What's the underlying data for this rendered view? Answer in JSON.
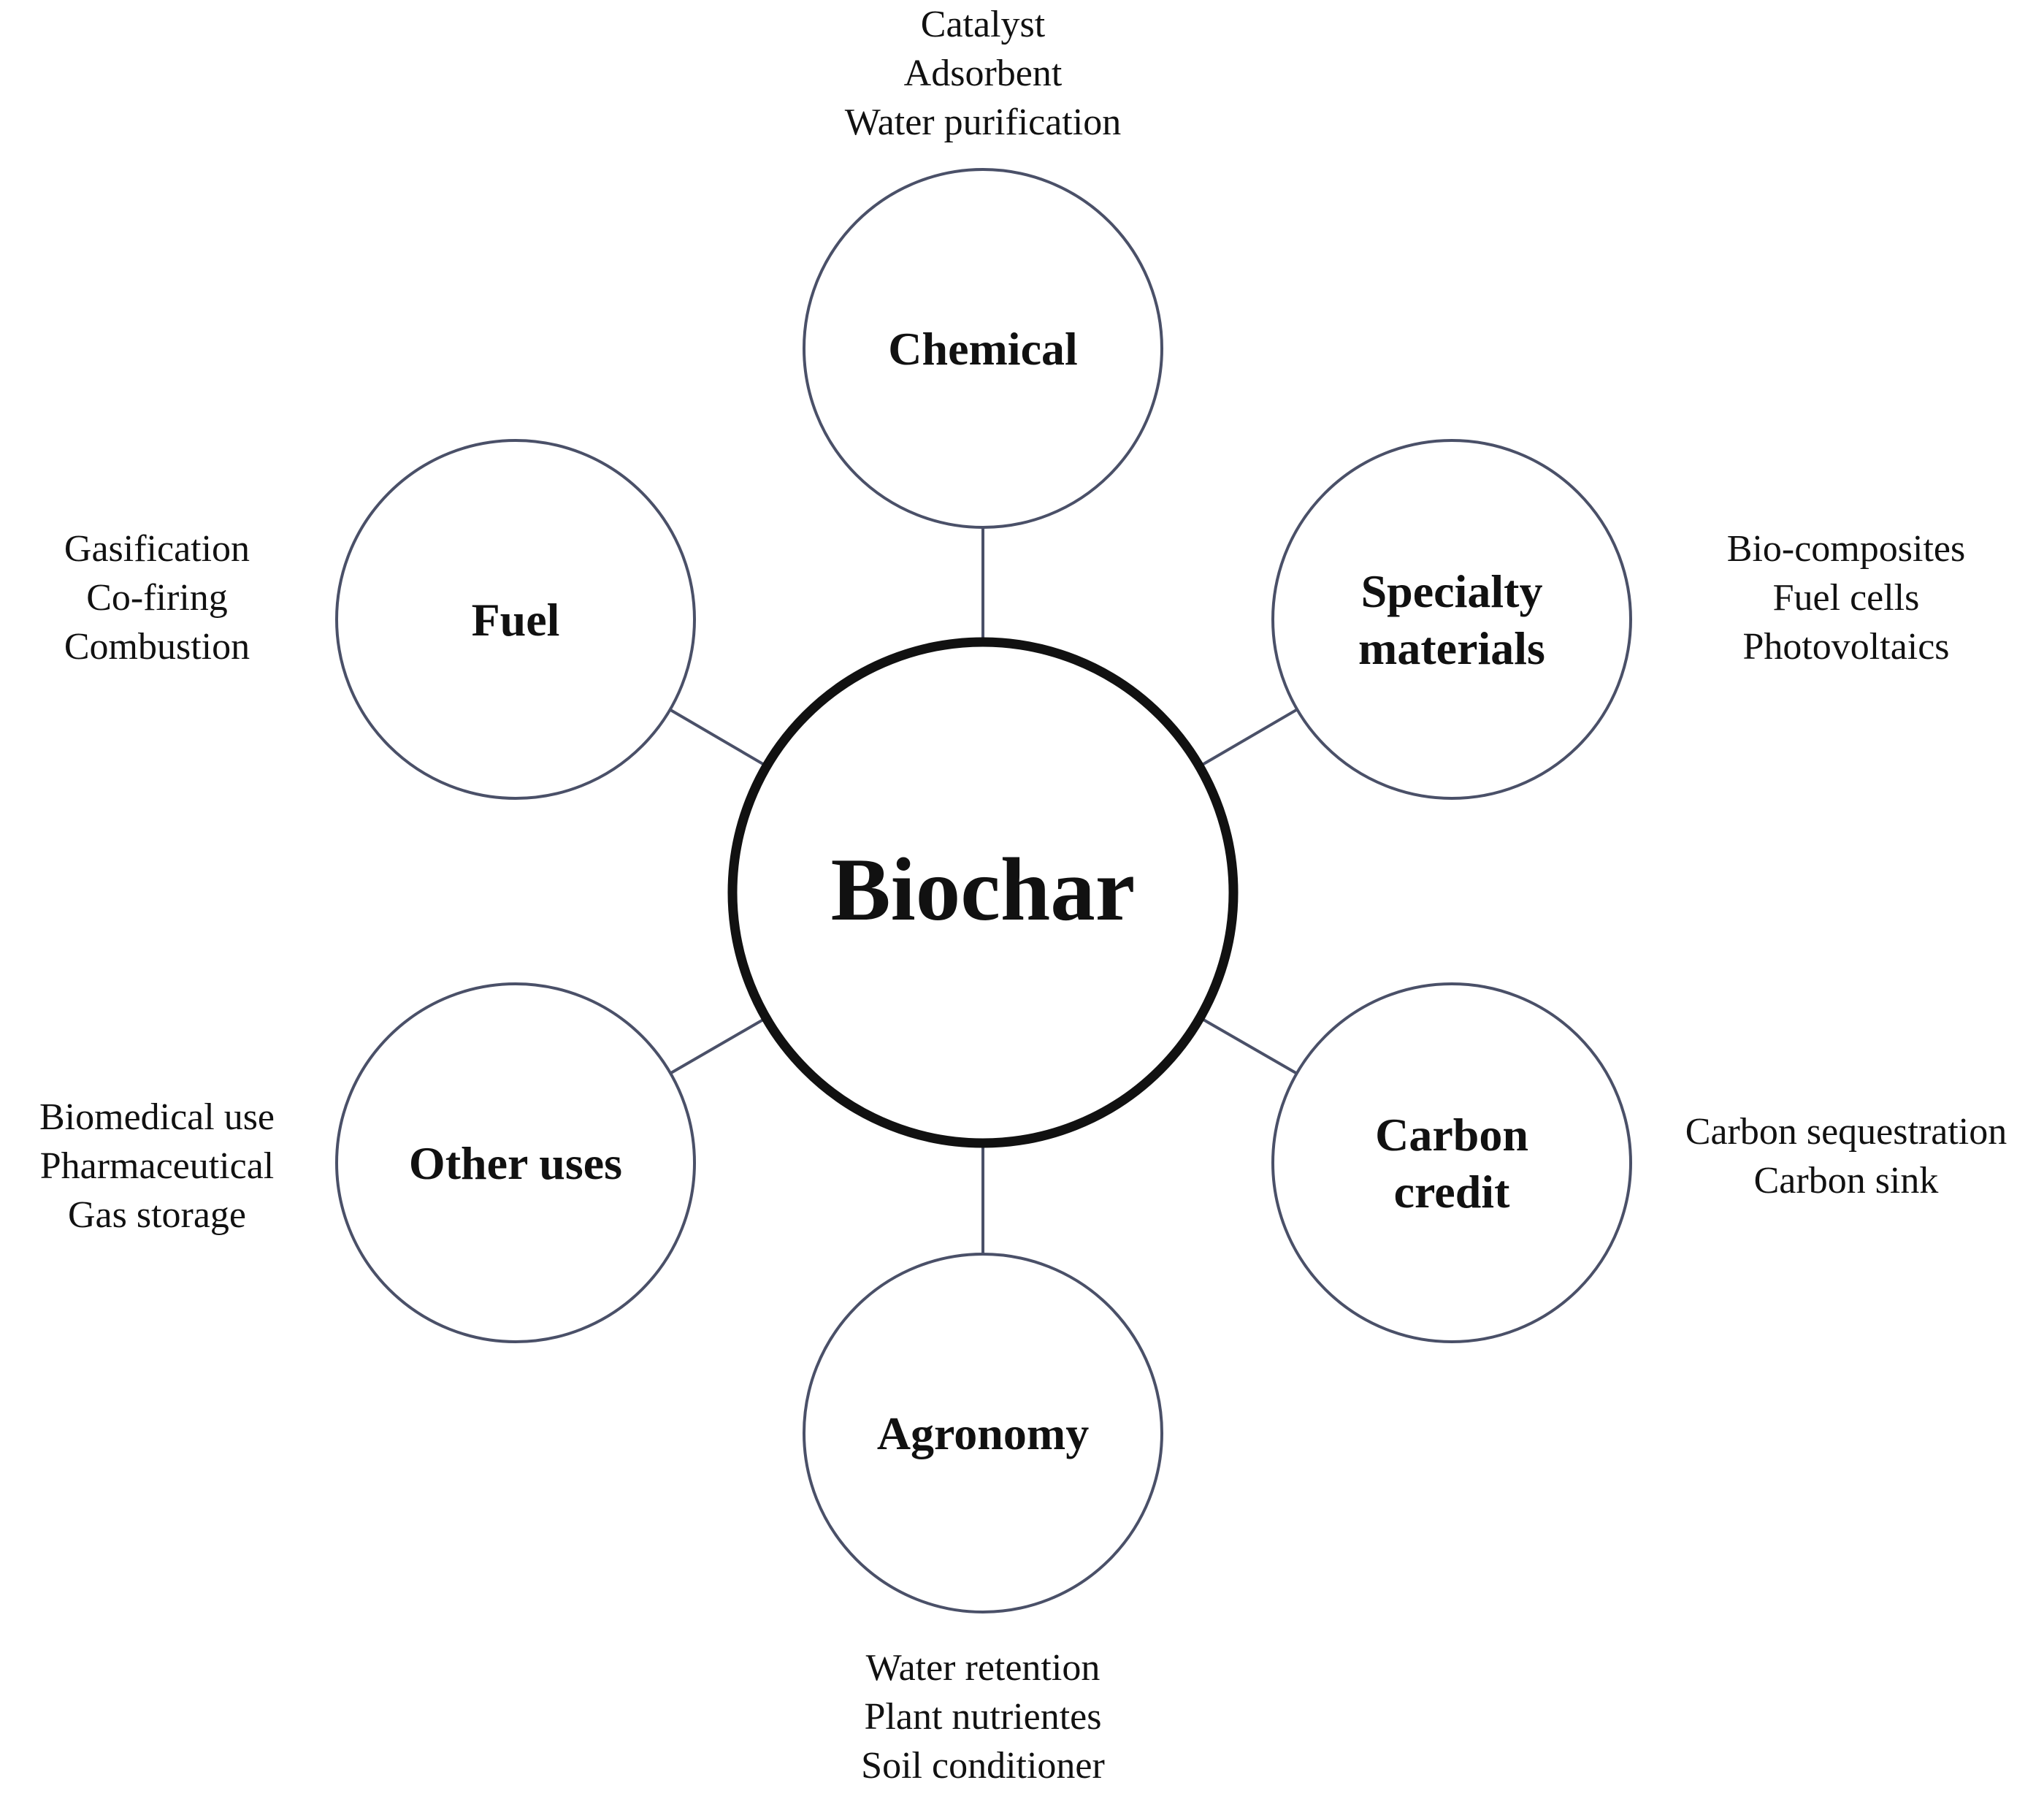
{
  "center": {
    "label": "Biochar"
  },
  "branches": [
    {
      "id": "chemical",
      "lines": [
        "Chemical"
      ],
      "uses": [
        "Catalyst",
        "Adsorbent",
        "Water purification"
      ]
    },
    {
      "id": "specialty-materials",
      "lines": [
        "Specialty",
        "materials"
      ],
      "uses": [
        "Bio-composites",
        "Fuel cells",
        "Photovoltaics"
      ]
    },
    {
      "id": "carbon-credit",
      "lines": [
        "Carbon",
        "credit"
      ],
      "uses": [
        "Carbon sequestration",
        "Carbon sink"
      ]
    },
    {
      "id": "agronomy",
      "lines": [
        "Agronomy"
      ],
      "uses": [
        "Water retention",
        "Plant nutrientes",
        "Soil conditioner"
      ]
    },
    {
      "id": "other-uses",
      "lines": [
        "Other uses"
      ],
      "uses": [
        "Biomedical use",
        "Pharmaceutical",
        "Gas storage"
      ]
    },
    {
      "id": "fuel",
      "lines": [
        "Fuel"
      ],
      "uses": [
        "Gasification",
        "Co-firing",
        "Combustion"
      ]
    }
  ],
  "colors": {
    "center_stroke": "#111111",
    "branch_stroke": "#4a5068",
    "connector": "#4a5068",
    "text": "#111111"
  }
}
